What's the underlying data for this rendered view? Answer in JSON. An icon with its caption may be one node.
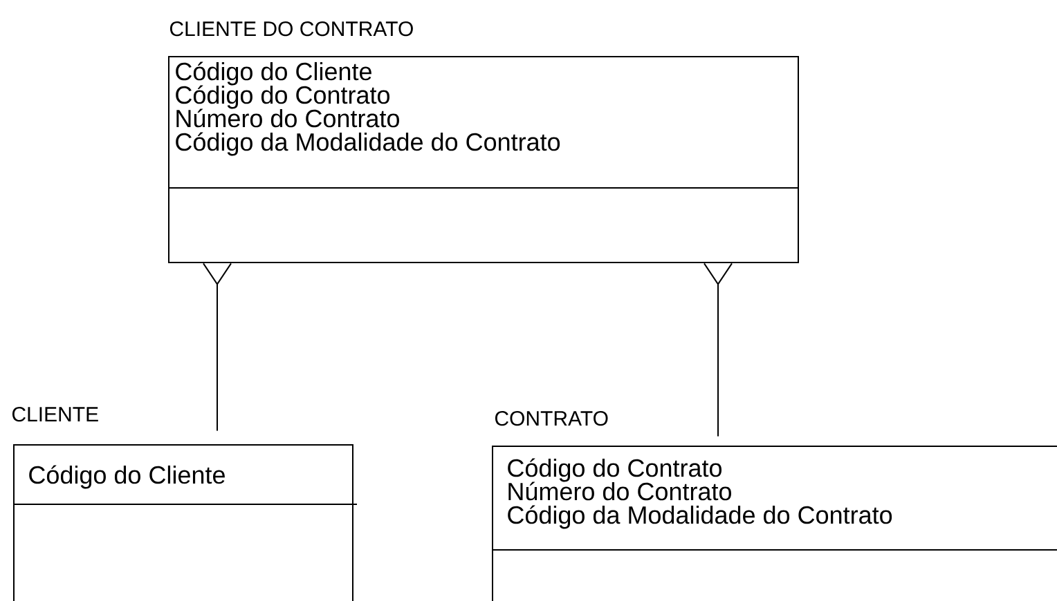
{
  "diagram": {
    "nodes": [
      {
        "text": [
          "CLIENTE DO CONTRATO",
          "Código do Cliente",
          "Código do Contrato",
          "Número do Contrato",
          "Código da Modalidade do Contrato"
        ]
      },
      {
        "text": [
          "CLIENTE",
          "Código do Cliente"
        ]
      },
      {
        "text": [
          "CONTRATO",
          "Código do Contrato",
          "Número do Contrato",
          "Código da Modalidade do Contrato"
        ]
      }
    ],
    "edges": [
      {
        "from": 1,
        "to": 0,
        "arrow": "other"
      },
      {
        "from": 2,
        "to": 0,
        "arrow": "other"
      }
    ]
  }
}
